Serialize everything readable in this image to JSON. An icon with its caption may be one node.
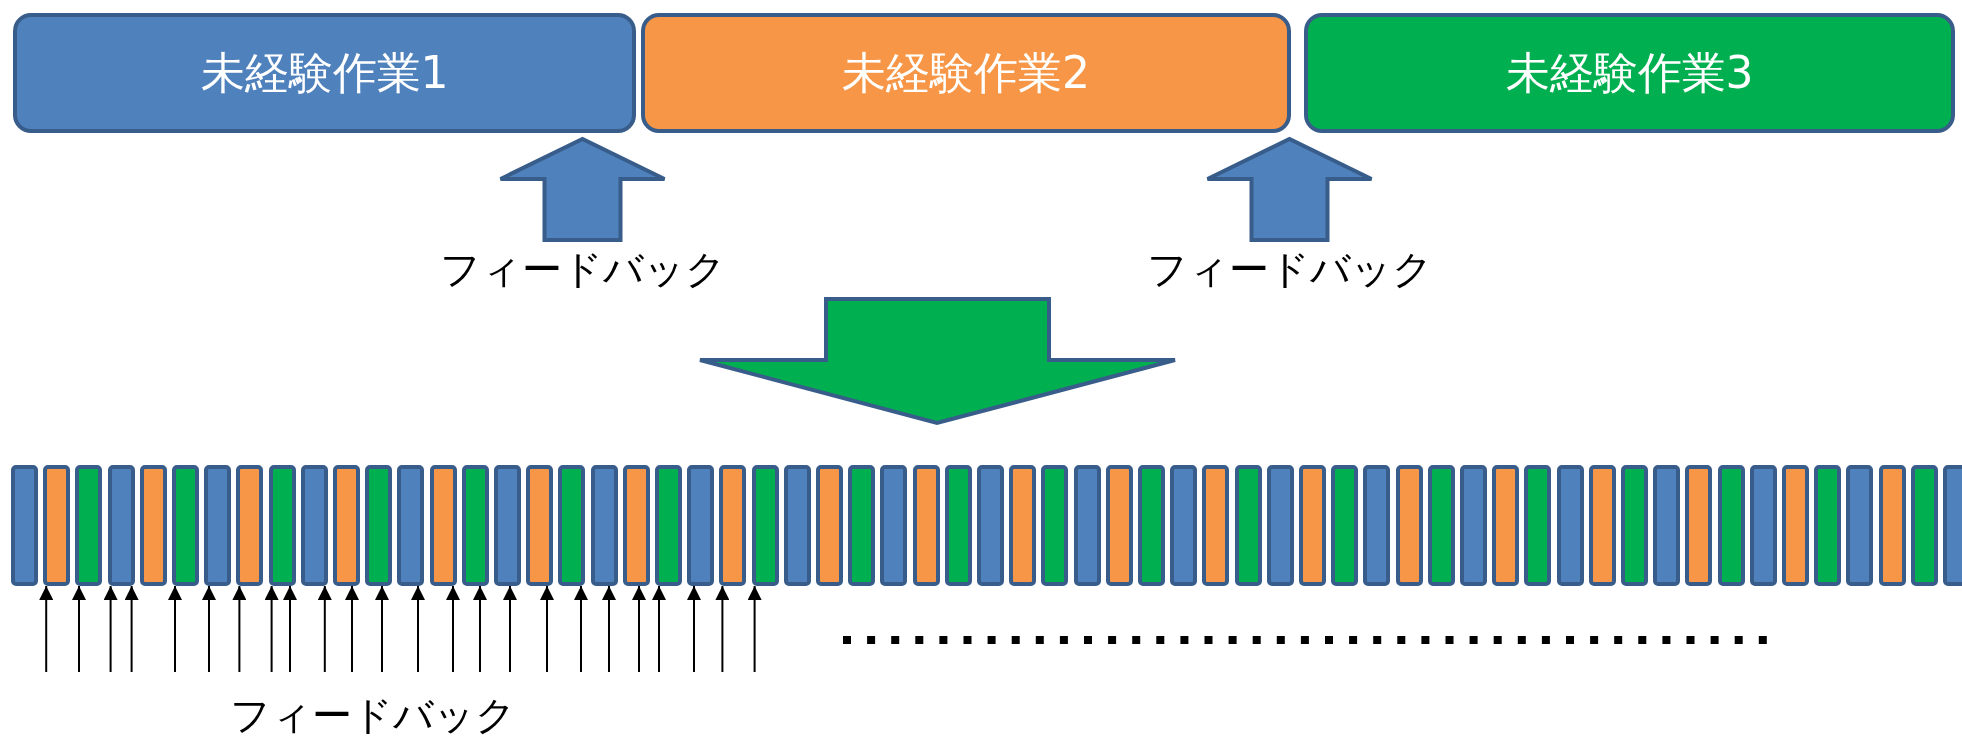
{
  "diagram": {
    "nodes": [
      {
        "text": [
          "未経験作業1"
        ]
      },
      {
        "text": [
          "未経験作業2"
        ]
      },
      {
        "text": [
          "未経験作業3"
        ]
      },
      {
        "text": [
          "フィードバック"
        ]
      },
      {
        "text": [
          "フィードバック"
        ]
      },
      {
        "text": [],
        "shape": "bar"
      },
      {
        "text": [],
        "shape": "bar"
      },
      {
        "text": [],
        "shape": "bar"
      },
      {
        "text": [],
        "shape": "bar"
      },
      {
        "text": [],
        "shape": "bar"
      },
      {
        "text": [],
        "shape": "bar"
      },
      {
        "text": [],
        "shape": "bar"
      },
      {
        "text": [],
        "shape": "bar"
      },
      {
        "text": [],
        "shape": "bar"
      },
      {
        "text": [],
        "shape": "bar"
      },
      {
        "text": [],
        "shape": "bar"
      },
      {
        "text": [],
        "shape": "bar"
      },
      {
        "text": [],
        "shape": "bar"
      },
      {
        "text": [],
        "shape": "bar"
      },
      {
        "text": [],
        "shape": "bar"
      },
      {
        "text": [],
        "shape": "bar"
      },
      {
        "text": [],
        "shape": "bar"
      },
      {
        "text": [],
        "shape": "bar"
      },
      {
        "text": [],
        "shape": "bar"
      },
      {
        "text": [],
        "shape": "bar"
      },
      {
        "text": [],
        "shape": "bar"
      },
      {
        "text": [],
        "shape": "bar"
      },
      {
        "text": [],
        "shape": "bar"
      },
      {
        "text": [],
        "shape": "bar"
      },
      {
        "text": [],
        "shape": "bar"
      },
      {
        "text": [],
        "shape": "bar"
      },
      {
        "text": [],
        "shape": "bar"
      },
      {
        "text": [],
        "shape": "bar"
      },
      {
        "text": [],
        "shape": "bar"
      },
      {
        "text": [],
        "shape": "bar"
      },
      {
        "text": [],
        "shape": "bar"
      },
      {
        "text": [],
        "shape": "bar"
      },
      {
        "text": [],
        "shape": "bar"
      },
      {
        "text": [],
        "shape": "bar"
      },
      {
        "text": [],
        "shape": "bar"
      },
      {
        "text": [],
        "shape": "bar"
      },
      {
        "text": [],
        "shape": "bar"
      },
      {
        "text": [],
        "shape": "bar"
      },
      {
        "text": [],
        "shape": "bar"
      },
      {
        "text": [],
        "shape": "bar"
      },
      {
        "text": [],
        "shape": "bar"
      },
      {
        "text": [],
        "shape": "bar"
      },
      {
        "text": [],
        "shape": "bar"
      },
      {
        "text": [],
        "shape": "bar"
      },
      {
        "text": [],
        "shape": "bar"
      },
      {
        "text": [],
        "shape": "bar"
      },
      {
        "text": [],
        "shape": "bar"
      },
      {
        "text": [],
        "shape": "bar"
      },
      {
        "text": [],
        "shape": "bar"
      },
      {
        "text": [],
        "shape": "bar"
      },
      {
        "text": [],
        "shape": "bar"
      },
      {
        "text": [],
        "shape": "bar"
      },
      {
        "text": [],
        "shape": "bar"
      },
      {
        "text": [],
        "shape": "bar"
      },
      {
        "text": [],
        "shape": "bar"
      },
      {
        "text": [],
        "shape": "bar"
      },
      {
        "text": [],
        "shape": "bar"
      },
      {
        "text": [],
        "shape": "bar"
      },
      {
        "text": [],
        "shape": "bar"
      },
      {
        "text": [],
        "shape": "bar"
      },
      {
        "text": [],
        "shape": "bar"
      }
    ],
    "edges": [
      {
        "from": 3,
        "to": 0,
        "arrow": "to",
        "style": "thick",
        "color": "#4f81bd"
      },
      {
        "from": 4,
        "to": 2,
        "arrow": "to",
        "style": "thick",
        "color": "#4f81bd"
      },
      {
        "from": null,
        "to": 6,
        "arrow": "to"
      },
      {
        "from": null,
        "to": 7,
        "arrow": "to"
      },
      {
        "from": null,
        "to": 8,
        "arrow": "to"
      },
      {
        "from": null,
        "to": 8,
        "arrow": "to"
      },
      {
        "from": null,
        "to": 10,
        "arrow": "to"
      },
      {
        "from": null,
        "to": 11,
        "arrow": "to"
      },
      {
        "from": null,
        "to": 12,
        "arrow": "to"
      },
      {
        "from": null,
        "to": 13,
        "arrow": "to"
      },
      {
        "from": null,
        "to": 13,
        "arrow": "to"
      },
      {
        "from": null,
        "to": 14,
        "arrow": "to"
      },
      {
        "from": null,
        "to": 15,
        "arrow": "to"
      },
      {
        "from": null,
        "to": 16,
        "arrow": "to"
      },
      {
        "from": null,
        "to": 17,
        "arrow": "to"
      },
      {
        "from": null,
        "to": 18,
        "arrow": "to"
      },
      {
        "from": null,
        "to": 19,
        "arrow": "to"
      },
      {
        "from": null,
        "to": 20,
        "arrow": "to"
      },
      {
        "from": null,
        "to": 21,
        "arrow": "to"
      },
      {
        "from": null,
        "to": 22,
        "arrow": "to"
      },
      {
        "from": null,
        "to": 23,
        "arrow": "to"
      },
      {
        "from": null,
        "to": 24,
        "arrow": "to"
      },
      {
        "from": null,
        "to": 25,
        "arrow": "to"
      },
      {
        "from": null,
        "to": 26,
        "arrow": "to"
      },
      {
        "from": null,
        "to": 27,
        "arrow": "to"
      },
      {
        "from": null,
        "to": 28,
        "arrow": "to"
      }
    ],
    "labels": [
      "フィードバック"
    ]
  }
}
